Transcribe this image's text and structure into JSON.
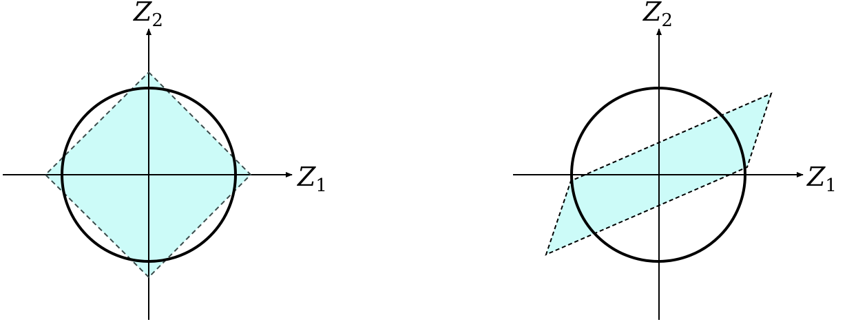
{
  "colors": {
    "region_fill": "#ccfbf8",
    "line": "#000000",
    "dashed_left": "#3a4a4a"
  },
  "panels": [
    {
      "x_axis_label": {
        "main": "Z",
        "sub": "1"
      },
      "y_axis_label": {
        "main": "Z",
        "sub": "2"
      }
    },
    {
      "x_axis_label": {
        "main": "Z",
        "sub": "1"
      },
      "y_axis_label": {
        "main": "Z",
        "sub": "2"
      }
    }
  ]
}
